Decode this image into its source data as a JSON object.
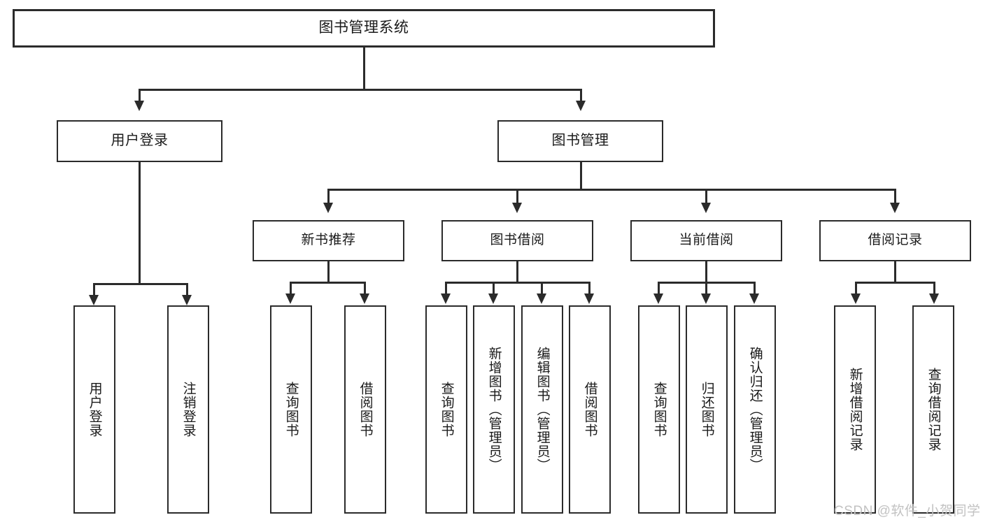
{
  "diagram": {
    "title": "图书管理系统",
    "root": {
      "label": "图书管理系统"
    },
    "level2": [
      {
        "label": "用户登录"
      },
      {
        "label": "图书管理"
      }
    ],
    "level3": [
      {
        "label": "新书推荐"
      },
      {
        "label": "图书借阅"
      },
      {
        "label": "当前借阅"
      },
      {
        "label": "借阅记录"
      }
    ],
    "leaves": {
      "user_login": [
        {
          "label": "用户登录"
        },
        {
          "label": "注销登录"
        }
      ],
      "new_book_recommend": [
        {
          "label": "查询图书"
        },
        {
          "label": "借阅图书"
        }
      ],
      "book_borrow": [
        {
          "label": "查询图书"
        },
        {
          "label": "新增图书（管理员）"
        },
        {
          "label": "编辑图书（管理员）"
        },
        {
          "label": "借阅图书"
        }
      ],
      "current_borrow": [
        {
          "label": "查询图书"
        },
        {
          "label": "归还图书"
        },
        {
          "label": "确认归还（管理员）"
        }
      ],
      "borrow_record": [
        {
          "label": "新增借阅记录"
        },
        {
          "label": "查询借阅记录"
        }
      ]
    }
  },
  "watermark": {
    "text": "CSDN @软件_小贺同学"
  },
  "colors": {
    "stroke": "#2b2b2b",
    "background": "#ffffff",
    "text": "#1a1a1a",
    "watermark": "#c2c2c2"
  }
}
